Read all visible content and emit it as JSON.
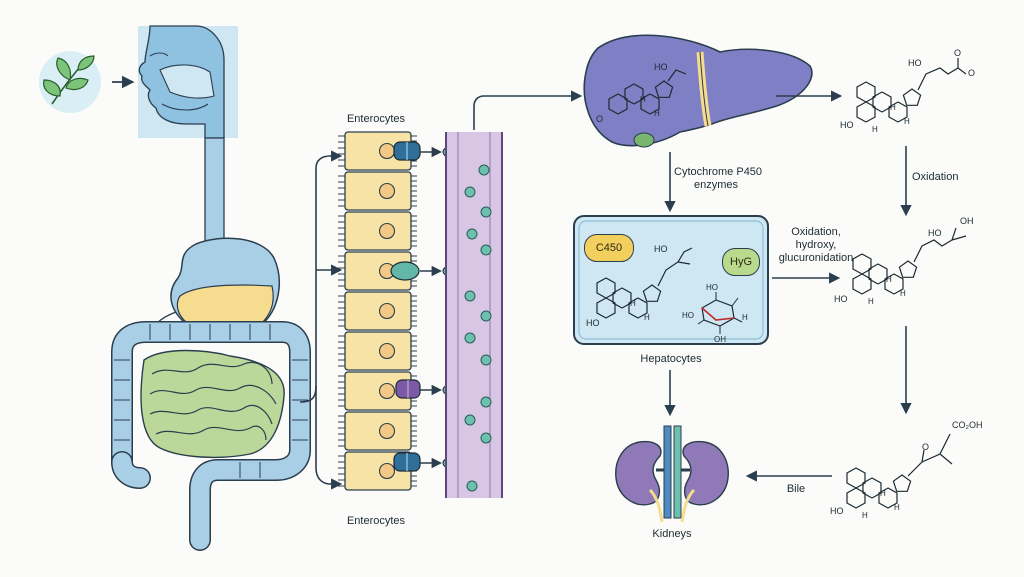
{
  "labels": {
    "enterocytes_top": "Enterocytes",
    "enterocytes_bottom": "Enterocytes",
    "cyp_line1": "Cytochrome P450",
    "cyp_line2": "enzymes",
    "oxidation": "Oxidation",
    "ohg_line1": "Oxidation,",
    "ohg_line2": "hydroxy,",
    "ohg_line3": "glucuronidation",
    "hepatocytes": "Hepatocytes",
    "bile": "Bile",
    "kidneys": "Kidneys"
  },
  "hepatocyte_box": {
    "c450": "C450",
    "hyg": "HyG"
  },
  "chem_text": {
    "ho": "HO",
    "oh": "OH",
    "h": "H",
    "o": "O",
    "co2h": "CO₂OH"
  },
  "icons": [
    "leaf-icon",
    "head-profile-icon",
    "stomach-icon",
    "intestine-icon",
    "liver-icon",
    "kidneys-icon"
  ],
  "colors": {
    "outline": "#2b3e4e",
    "gut_blue": "#a9cfe6",
    "small_intestine": "#bcd79a",
    "bile_yellow": "#f6dc8f",
    "enterocyte": "#f8e3a6",
    "blood_vessel": "#d9c6e4",
    "liver": "#7e7fc4",
    "kidney": "#8f79b6",
    "hepatocyte_box": "#cfe7f2",
    "teal": "#62b7a8"
  }
}
